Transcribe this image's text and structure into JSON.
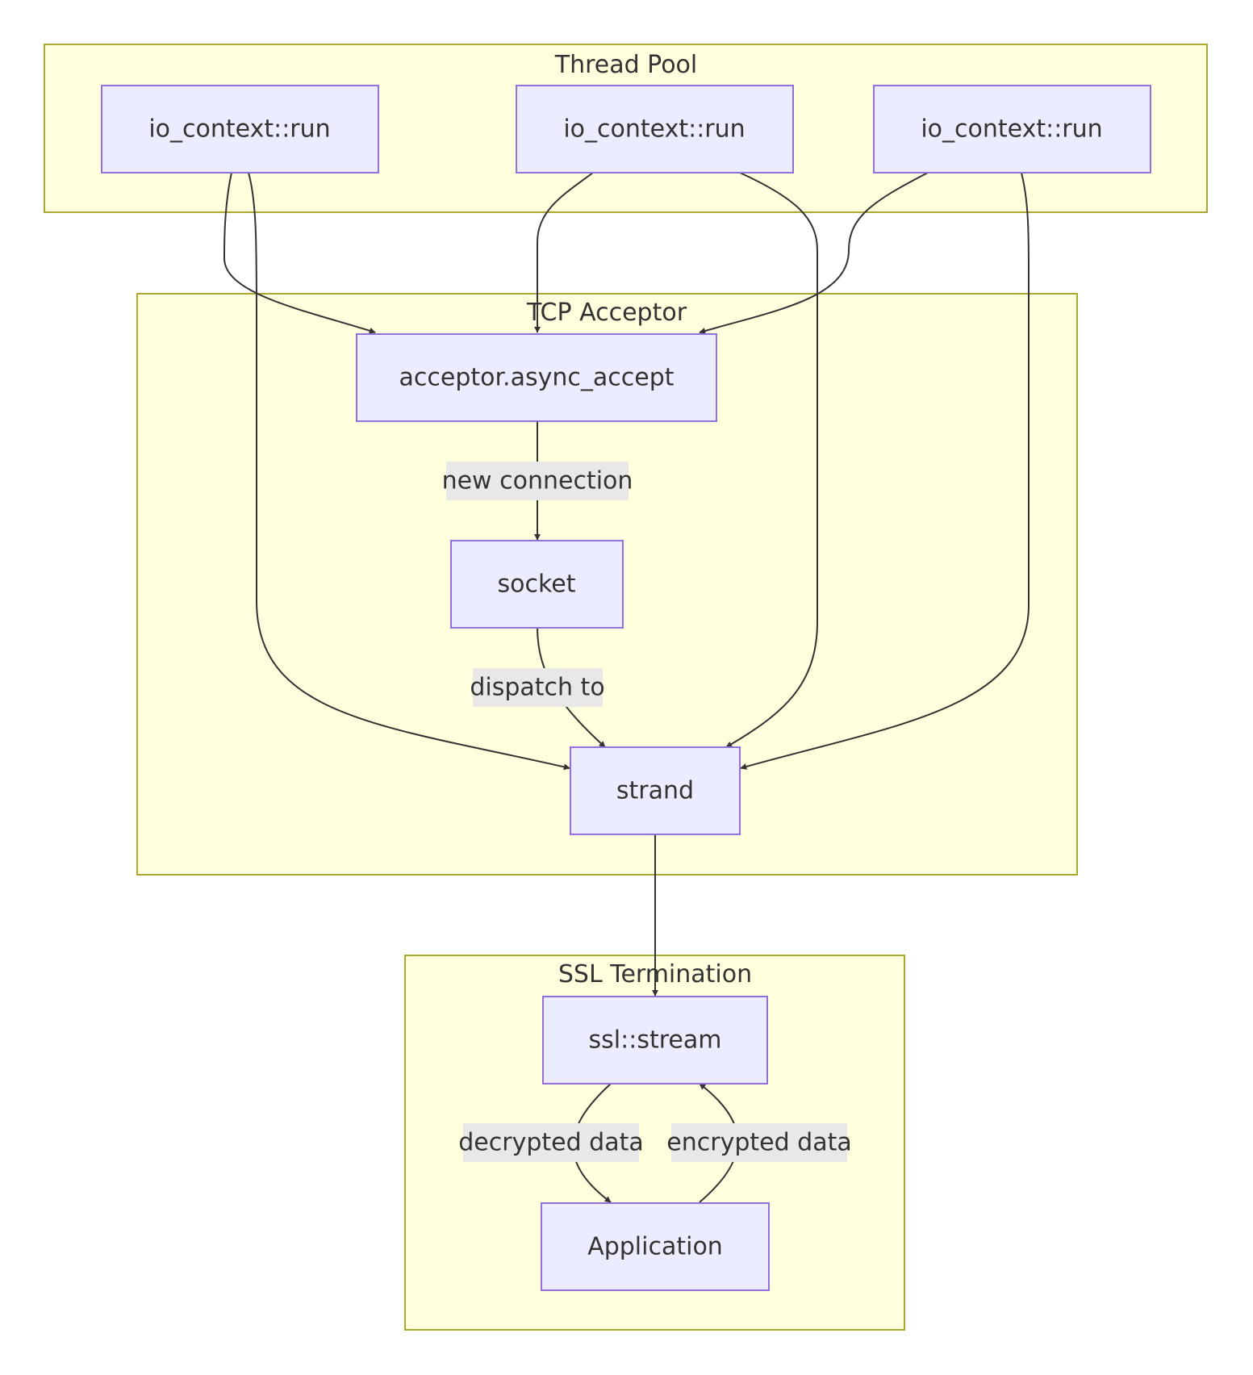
{
  "clusters": {
    "thread_pool": "Thread Pool",
    "tcp_acceptor": "TCP Acceptor",
    "ssl_termination": "SSL Termination"
  },
  "nodes": {
    "run1": "io_context::run",
    "run2": "io_context::run",
    "run3": "io_context::run",
    "async_accept": "acceptor.async_accept",
    "socket": "socket",
    "strand": "strand",
    "ssl_stream": "ssl::stream",
    "application": "Application"
  },
  "edge_labels": {
    "new_connection": "new connection",
    "dispatch_to": "dispatch to",
    "decrypted_data": "decrypted data",
    "encrypted_data": "encrypted data"
  },
  "edges": [
    {
      "from": "run1",
      "to": "async_accept"
    },
    {
      "from": "run1",
      "to": "strand"
    },
    {
      "from": "run2",
      "to": "async_accept"
    },
    {
      "from": "run2",
      "to": "strand"
    },
    {
      "from": "run3",
      "to": "async_accept"
    },
    {
      "from": "run3",
      "to": "strand"
    },
    {
      "from": "async_accept",
      "to": "socket",
      "label": "new connection"
    },
    {
      "from": "socket",
      "to": "strand",
      "label": "dispatch to"
    },
    {
      "from": "strand",
      "to": "ssl_stream"
    },
    {
      "from": "ssl_stream",
      "to": "application",
      "label": "decrypted data"
    },
    {
      "from": "application",
      "to": "ssl_stream",
      "label": "encrypted data"
    }
  ],
  "colors": {
    "cluster_fill": "#ffffde",
    "cluster_stroke": "#aaaa33",
    "node_fill": "#ececff",
    "node_stroke": "#9370db",
    "edge": "#333333",
    "edge_label_bg": "#e8e8e8"
  }
}
